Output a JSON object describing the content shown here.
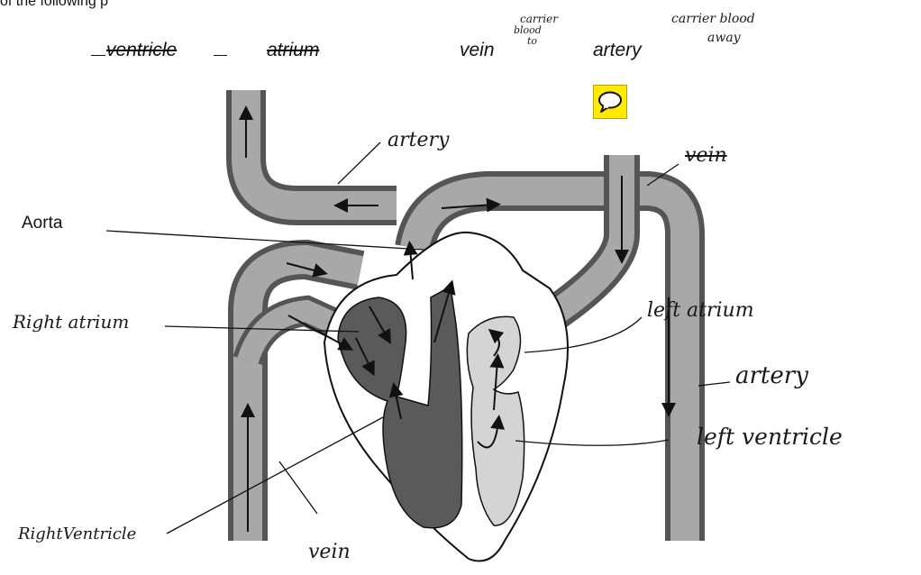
{
  "instruction": "of the following p",
  "word_bank": [
    {
      "text": "ventricle",
      "struck": true
    },
    {
      "text": "atrium",
      "struck": true
    },
    {
      "text": "vein",
      "struck": false
    },
    {
      "text": "artery",
      "struck": false
    }
  ],
  "handwritten_notes": {
    "vein_note_line1": "carrier",
    "vein_note_line2": "blood",
    "vein_note_line3": "to",
    "artery_note_line1": "carrier blood",
    "artery_note_line2": "away"
  },
  "labels": {
    "top_artery": "artery",
    "top_right_vein": "vein",
    "aorta": "Aorta",
    "right_atrium": "Right atrium",
    "left_atrium": "left atrium",
    "right_artery": "artery",
    "left_ventricle": "left ventricle",
    "right_ventricle": "RightVentricle",
    "bottom_vein": "vein"
  },
  "colors": {
    "vessel": "#8a8a8a",
    "vessel_light": "#c9c9c9",
    "right_side": "#5a5a5a",
    "left_side": "#d4d4d4",
    "comment_button": "#ffea00"
  },
  "comment_icon": "speech-bubble-icon"
}
